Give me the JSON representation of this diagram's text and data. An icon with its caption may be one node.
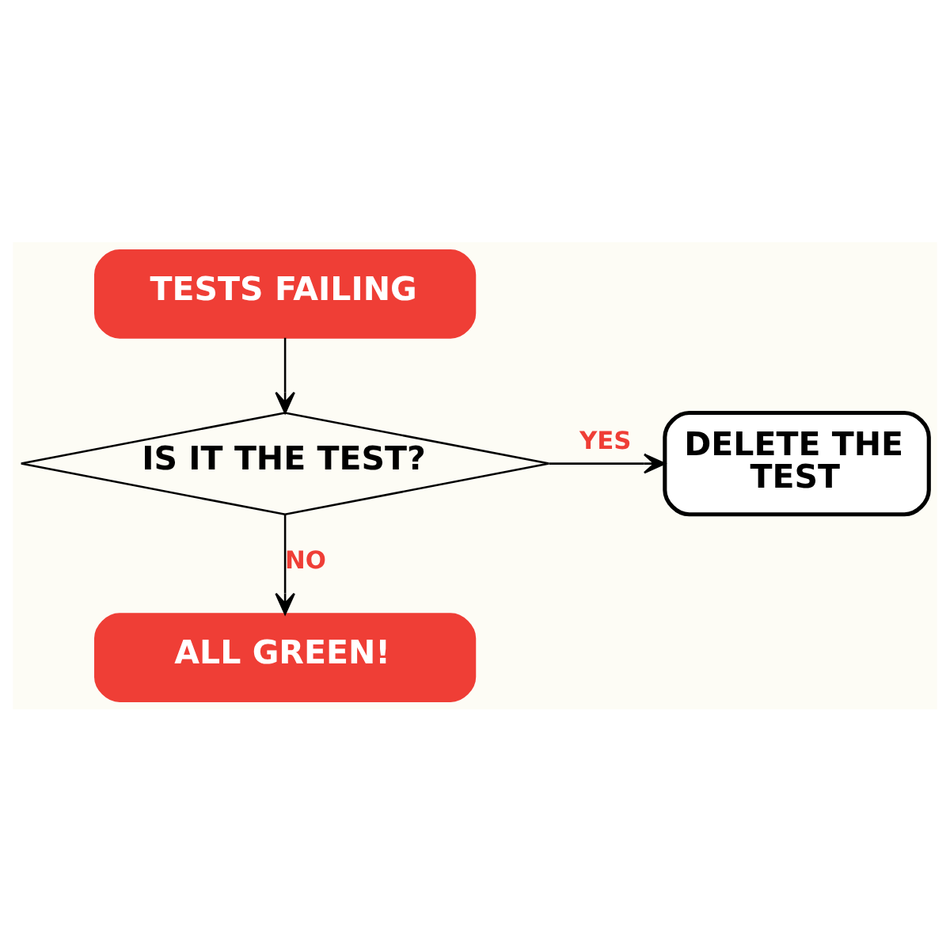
{
  "diagram": {
    "nodes": [
      {
        "text": [
          "TESTS FAILING"
        ]
      },
      {
        "text": [
          "IS IT THE TEST?"
        ]
      },
      {
        "text": [
          "DELETE THE TEST"
        ]
      },
      {
        "text": [
          "ALL GREEN!"
        ]
      }
    ],
    "edges": [
      {
        "from": 0,
        "to": 1,
        "arrow": "to"
      },
      {
        "from": 1,
        "to": 2,
        "arrow": "to",
        "label": "YES"
      },
      {
        "from": 1,
        "to": 3,
        "arrow": "to",
        "label": "NO"
      }
    ]
  }
}
